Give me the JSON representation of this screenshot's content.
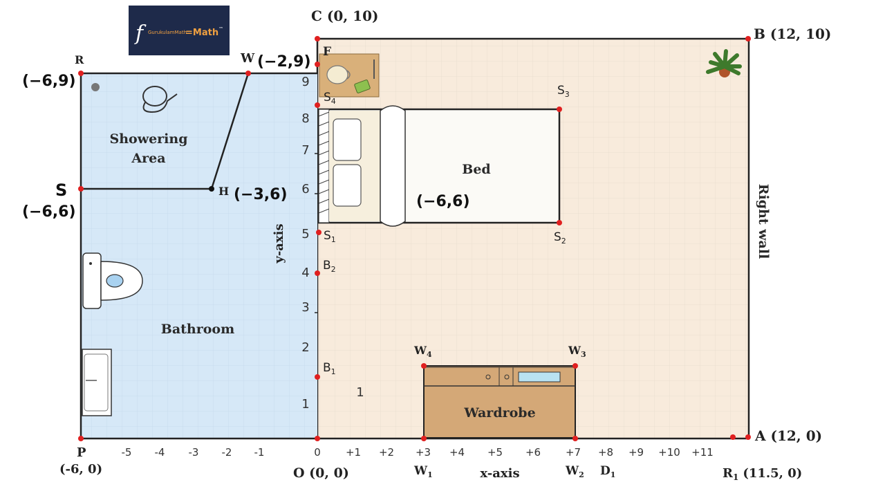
{
  "logo": {
    "f": "f",
    "inner": "GurukulamMath",
    "eq": "=Math",
    "tm": "™"
  },
  "corners": {
    "C": "C (0, 10)",
    "B": "B (12, 10)",
    "A": "A (12, 0)",
    "O": "O (0, 0)",
    "P": "P",
    "P_coord": "(-6, 0)",
    "R": "R",
    "R1": "R",
    "R1_sub": "1",
    "R1_coord": "(11.5, 0)"
  },
  "points": {
    "W": "W",
    "H": "H",
    "F": "F",
    "S": "S",
    "S1": "S",
    "S1_sub": "1",
    "S2": "S",
    "S2_sub": "2",
    "S3": "S",
    "S3_sub": "3",
    "S4": "S",
    "S4_sub": "4",
    "B1": "B",
    "B1_sub": "1",
    "B2": "B",
    "B2_sub": "2",
    "W1": "W",
    "W1_sub": "1",
    "W2": "W",
    "W2_sub": "2",
    "W3": "W",
    "W3_sub": "3",
    "W4": "W",
    "W4_sub": "4",
    "D1": "D",
    "D1_sub": "1"
  },
  "callouts": {
    "W_coord": "(−2,9)",
    "R_coord": "(−6,9)",
    "H_coord": "(−3,6)",
    "S_coord": "(−6,6)",
    "bed_coord": "(−6,6)"
  },
  "rooms": {
    "showering_line1": "Showering",
    "showering_line2": "Area",
    "bathroom": "Bathroom",
    "bed": "Bed",
    "wardrobe": "Wardrobe",
    "right_wall": "Right wall"
  },
  "axes": {
    "x_label": "x-axis",
    "y_label": "y-axis",
    "x_neg_ticks": [
      "-5",
      "-4",
      "-3",
      "-2",
      "-1"
    ],
    "x_pos_ticks": [
      "0",
      "+1",
      "+2",
      "+3",
      "+4",
      "+5",
      "+6",
      "+7",
      "+8",
      "+9",
      "+10",
      "+11"
    ],
    "y_ticks": [
      "1",
      "2",
      "3",
      "4",
      "5",
      "6",
      "7",
      "8",
      "9"
    ],
    "stray_label": "1"
  },
  "colors": {
    "bathroom_fill": "#d6e8f7",
    "bedroom_fill": "#f8ebdc",
    "wardrobe_fill": "#d4a877",
    "point_red": "#e02020",
    "logo_bg": "#1e2a4a"
  }
}
